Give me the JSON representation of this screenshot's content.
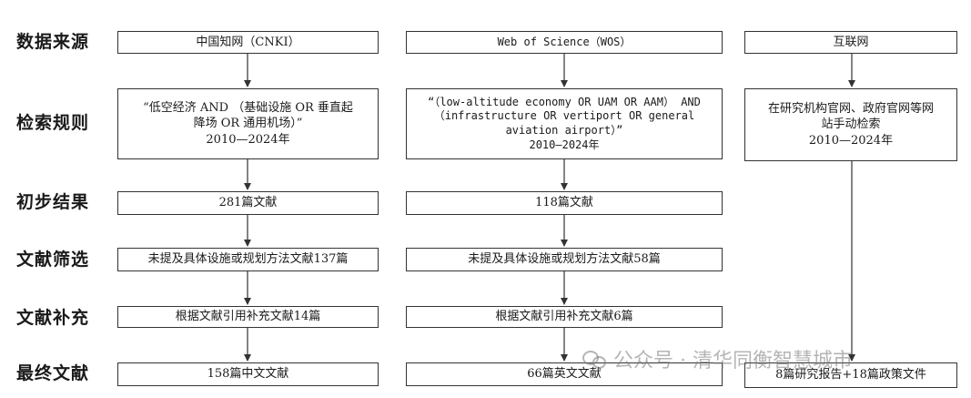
{
  "rows": {
    "source": "数据来源",
    "rules": "检索规则",
    "initial": "初步结果",
    "screening": "文献筛选",
    "supplement": "文献补充",
    "final": "最终文献"
  },
  "cnki": {
    "source": "中国知网（CNKI）",
    "rule": "“低空经济 AND （基础设施 OR 垂直起\n降场 OR 通用机场）”\n2010—2024年",
    "initial": "281篇文献",
    "screening": "未提及具体设施或规划方法文献137篇",
    "supplement": "根据文献引用补充文献14篇",
    "final": "158篇中文文献"
  },
  "wos": {
    "source": "Web of Science（WOS）",
    "rule": "“（low-altitude economy OR UAM OR AAM） AND\n（infrastructure OR vertiport OR general\naviation airport）”\n2010—2024年",
    "initial": "118篇文献",
    "screening": "未提及具体设施或规划方法文献58篇",
    "supplement": "根据文献引用补充文献6篇",
    "final": "66篇英文文献"
  },
  "web": {
    "source": "互联网",
    "rule": "在研究机构官网、政府官网等网\n站手动检索\n2010—2024年",
    "final": "8篇研究报告+18篇政策文件"
  },
  "watermark": {
    "text": "公众号 · 清华同衡智慧城市",
    "icon": "wechat-icon"
  }
}
